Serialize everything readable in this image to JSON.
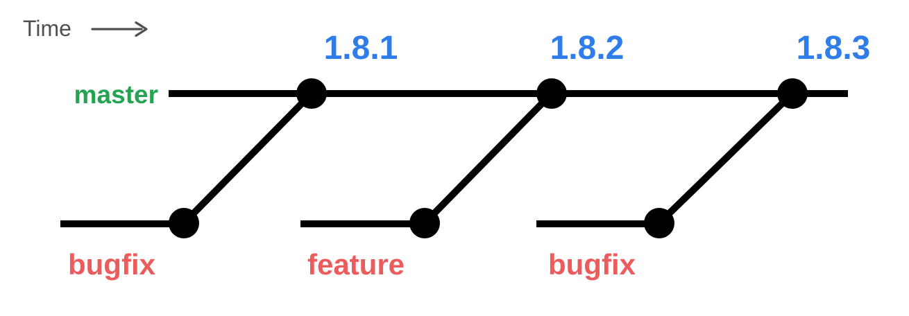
{
  "time": {
    "label": "Time"
  },
  "colors": {
    "time": "#4f4f4f",
    "master_label": "#24a352",
    "release_label": "#2e7de9",
    "branch_label": "#ed5c5c",
    "line": "#000000",
    "dot": "#000000"
  },
  "master": {
    "label": "master",
    "releases": [
      {
        "version": "1.8.1"
      },
      {
        "version": "1.8.2"
      },
      {
        "version": "1.8.3"
      }
    ]
  },
  "branches": [
    {
      "label": "bugfix",
      "merges_into_release": "1.8.1"
    },
    {
      "label": "feature",
      "merges_into_release": "1.8.2"
    },
    {
      "label": "bugfix",
      "merges_into_release": "1.8.3"
    }
  ]
}
